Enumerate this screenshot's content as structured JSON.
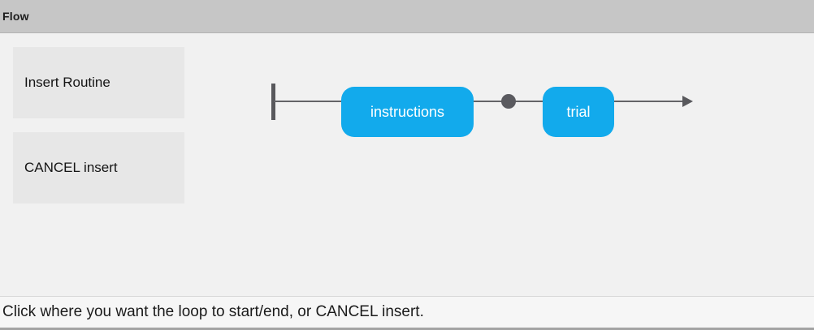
{
  "panel": {
    "title": "Flow"
  },
  "sidebar": {
    "buttons": [
      {
        "label": "Insert Routine"
      },
      {
        "label": "CANCEL insert"
      }
    ]
  },
  "flow": {
    "nodes": [
      {
        "label": "instructions",
        "type": "routine"
      },
      {
        "label": "trial",
        "type": "routine"
      }
    ],
    "insert_point": "loop-insert-dot",
    "entry_marker": "start-bar",
    "exit_marker": "arrowhead"
  },
  "status": {
    "message": "Click where you want the loop to start/end, or CANCEL insert."
  },
  "colors": {
    "header_bg": "#c6c6c6",
    "canvas_bg": "#f1f1f1",
    "button_bg": "#e7e7e7",
    "routine_node_bg": "#12aaec",
    "routine_node_text": "#ffffff",
    "flow_line": "#636367",
    "insert_dot": "#5a5a5f",
    "status_bg": "#f6f6f6",
    "status_text": "#1b1b1b"
  }
}
